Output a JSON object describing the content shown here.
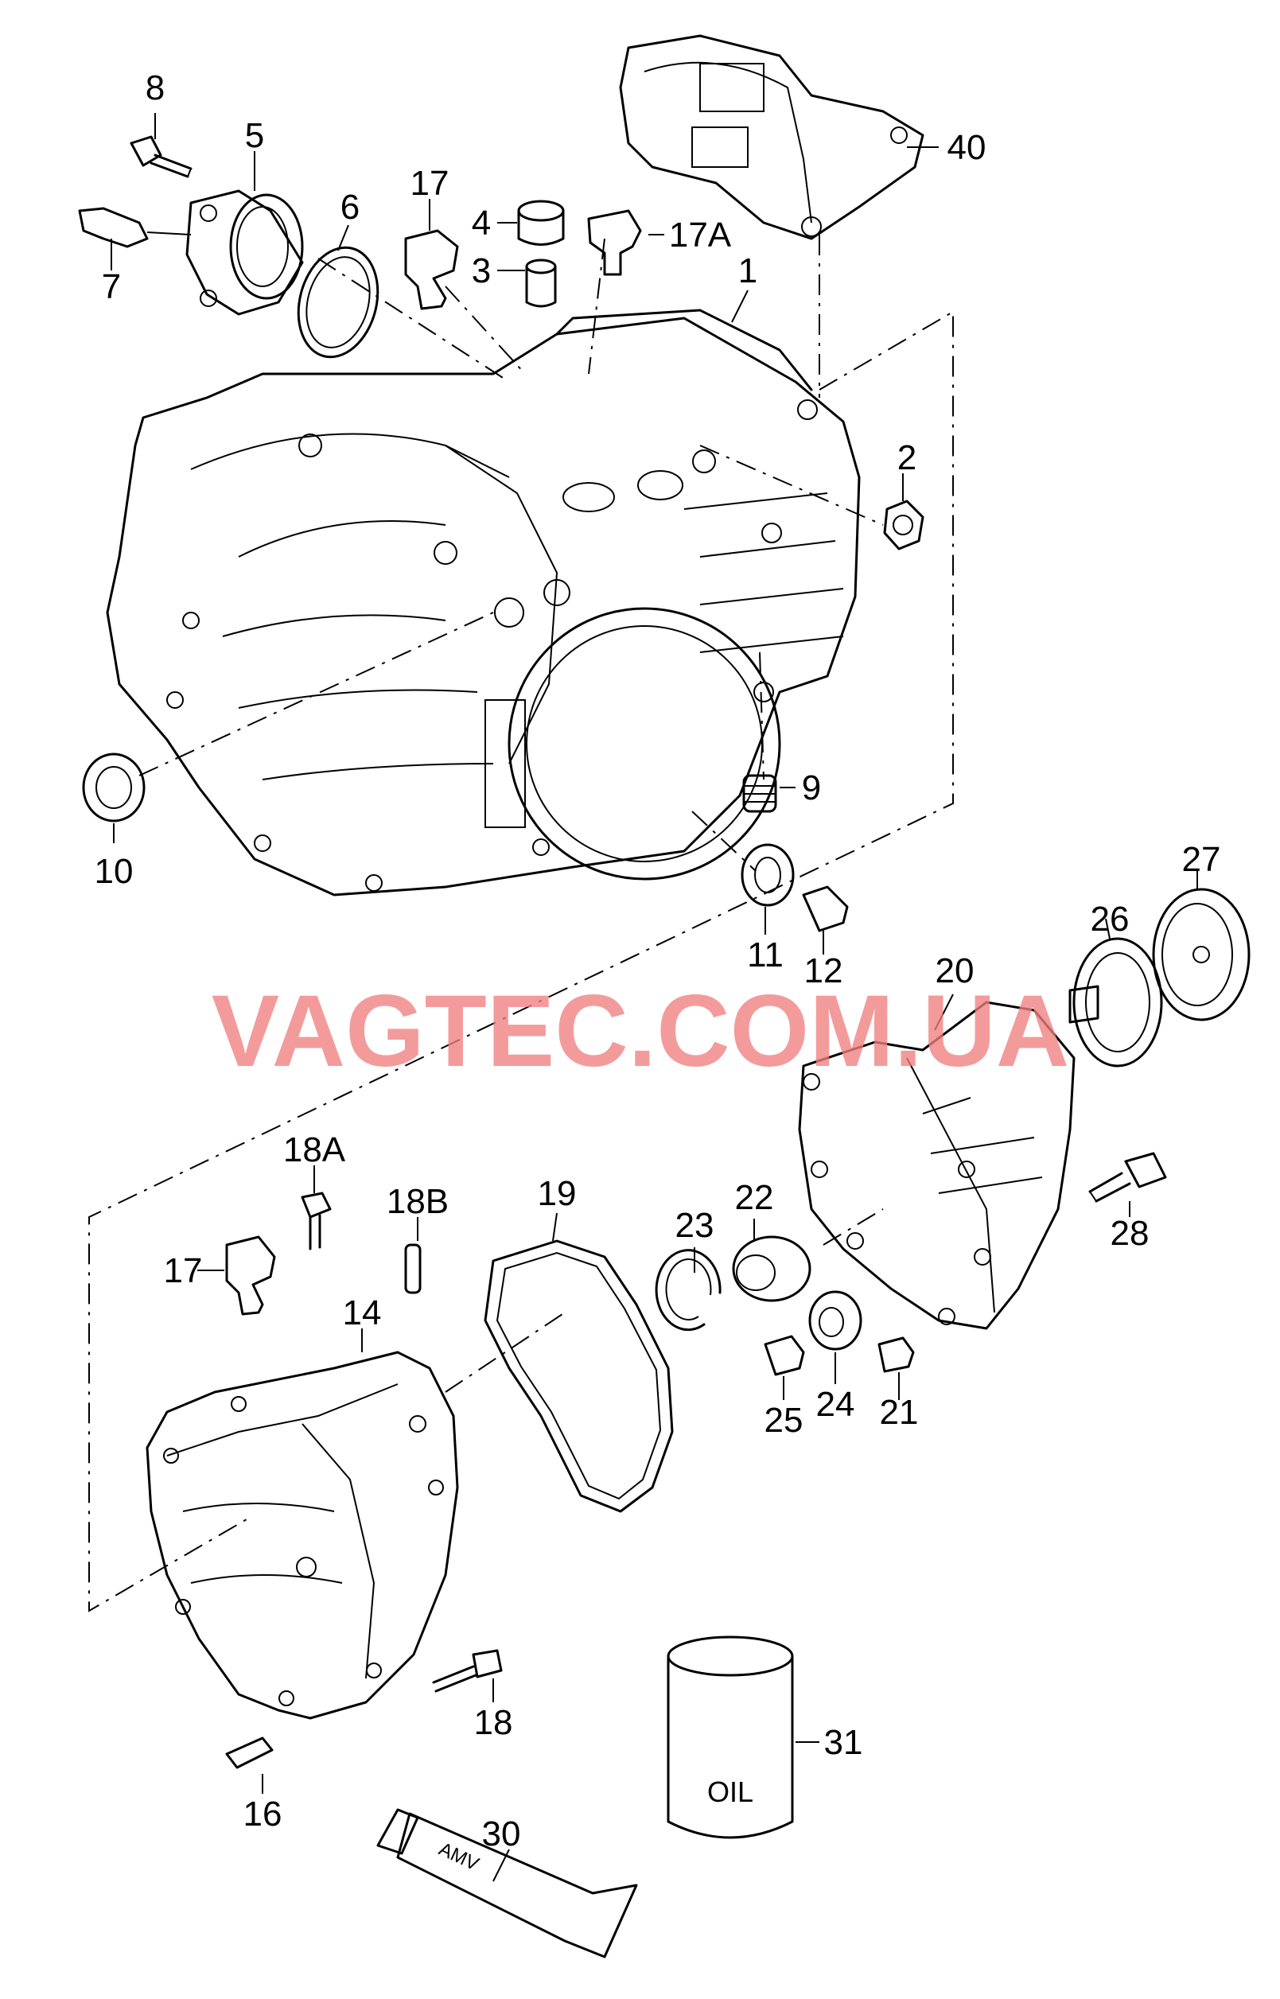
{
  "watermark": "VAGTEC.COM.UA",
  "labels": {
    "p1": "1",
    "p2": "2",
    "p3": "3",
    "p4": "4",
    "p5": "5",
    "p6": "6",
    "p7": "7",
    "p8": "8",
    "p9": "9",
    "p10": "10",
    "p11": "11",
    "p12": "12",
    "p14": "14",
    "p16": "16",
    "p17": "17",
    "p17a": "17A",
    "p17b": "17",
    "p18": "18",
    "p18a": "18A",
    "p18b": "18B",
    "p19": "19",
    "p20": "20",
    "p21": "21",
    "p22": "22",
    "p23": "23",
    "p24": "24",
    "p25": "25",
    "p26": "26",
    "p27": "27",
    "p28": "28",
    "p30": "30",
    "p31": "31",
    "p40": "40"
  },
  "can_text": "OIL",
  "tube_text": "AMV"
}
